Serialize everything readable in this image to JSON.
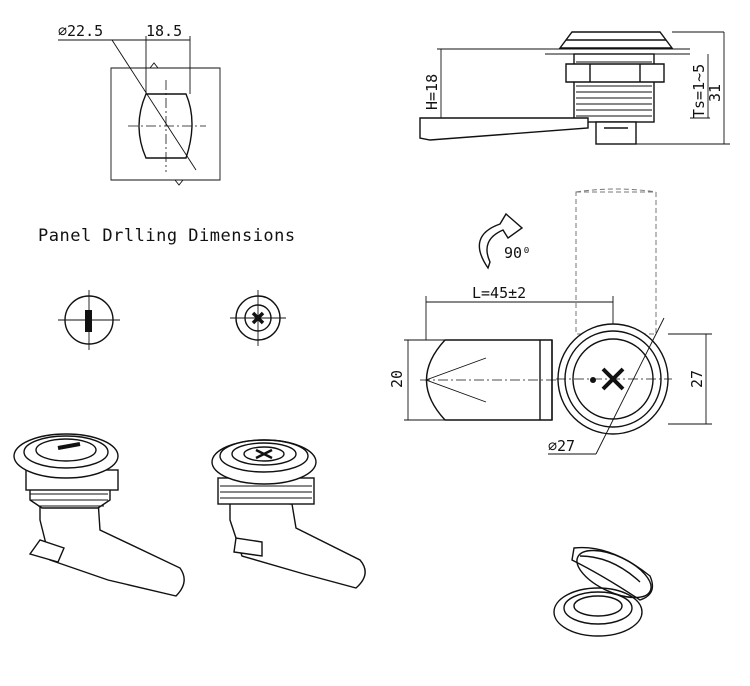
{
  "labels": {
    "panel_title": "Panel Drlling Dimensions",
    "hole_diameter": "⌀22.5",
    "hole_width": "18.5",
    "height_dim": "H=18",
    "thickness_dim": "Ts=1~5",
    "total_height_dim": "31",
    "rotation": "90⁰",
    "lever_length": "L=45±2",
    "lever_width": "20",
    "body_width": "27",
    "body_diameter": "⌀27"
  }
}
